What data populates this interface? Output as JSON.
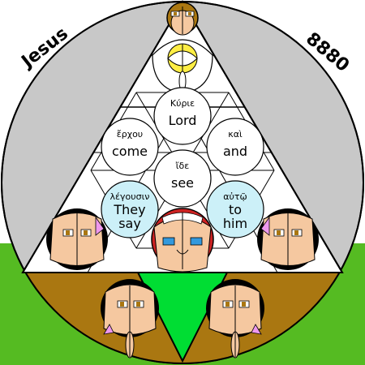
{
  "header": {
    "name": "Jesus",
    "number": "8880"
  },
  "colors": {
    "sky": "#ffffff",
    "disc_top": "#c8c8c8",
    "grass": "#55bb22",
    "ground": "#aa7711",
    "inner_triangle": "#00dd33",
    "word_circle": "#ffffff",
    "highlight_circle": "#ccf0f8",
    "accent_red": "#cc2222",
    "skin": "#f5c8a0"
  },
  "words": [
    {
      "id": "kyrie",
      "greek": "Κύριε",
      "english": [
        "Lord"
      ]
    },
    {
      "id": "erchou",
      "greek": "ἔρχου",
      "english": [
        "come"
      ]
    },
    {
      "id": "kai",
      "greek": "καὶ",
      "english": [
        "and"
      ]
    },
    {
      "id": "ide",
      "greek": "ἴδε",
      "english": [
        "see"
      ]
    },
    {
      "id": "legousin",
      "greek": "λέγουσιν",
      "english": [
        "They",
        "say"
      ]
    },
    {
      "id": "auto",
      "greek": "αὐτῷ",
      "english": [
        "to",
        "him"
      ]
    }
  ]
}
